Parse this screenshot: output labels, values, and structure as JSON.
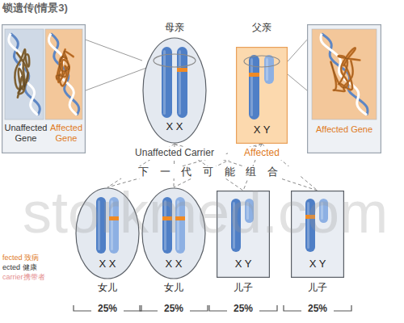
{
  "diagram": {
    "title": "锁遗传(情景3)",
    "nodes": [
      {
        "text": [
          "Unaffected Gene",
          "Affected Gene"
        ]
      },
      {
        "text": [
          "母亲",
          "X X",
          "Unaffected Carrier"
        ]
      },
      {
        "text": [
          "父亲",
          "X Y",
          "Affected"
        ]
      },
      {
        "text": [
          "Affected Gene"
        ]
      },
      {
        "text": [
          "X X",
          "女儿"
        ]
      },
      {
        "text": [
          "X X",
          "女儿"
        ]
      },
      {
        "text": [
          "X Y",
          "儿子"
        ]
      },
      {
        "text": [
          "X Y",
          "儿子"
        ]
      }
    ],
    "edges": [
      {
        "from": 1,
        "to": 0,
        "arrow": "none"
      },
      {
        "from": 2,
        "to": 3,
        "arrow": "none"
      },
      {
        "from": 1,
        "to": 4,
        "arrow": "none"
      },
      {
        "from": 1,
        "to": 5,
        "arrow": "none"
      },
      {
        "from": 1,
        "to": 6,
        "arrow": "none"
      },
      {
        "from": 1,
        "to": 7,
        "arrow": "none"
      },
      {
        "from": 2,
        "to": 4,
        "arrow": "none"
      },
      {
        "from": 2,
        "to": 5,
        "arrow": "none"
      },
      {
        "from": 2,
        "to": 6,
        "arrow": "none"
      },
      {
        "from": 2,
        "to": 7,
        "arrow": "none"
      }
    ],
    "labels": [
      "下 一 代 可 能 组 合",
      "25%",
      "25%",
      "25%",
      "25%",
      "fected 致病",
      "ected 健康",
      "carrier携带者",
      "storkmed.com"
    ]
  }
}
